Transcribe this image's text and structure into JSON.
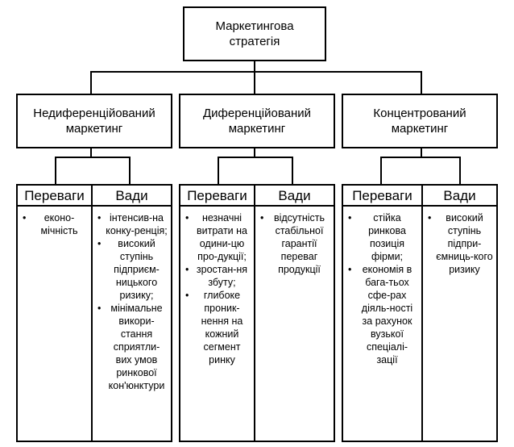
{
  "top": {
    "line1": "Маркетингова",
    "line2": "стратегія"
  },
  "strategies": [
    {
      "line1": "Недиференційований",
      "line2": "маркетинг",
      "pros_label": "Переваги",
      "cons_label": "Вади",
      "pros": [
        "еконо-мічність"
      ],
      "cons": [
        "інтенсив-на конку-ренція;",
        "високий ступінь підприєм-ницького ризику;",
        "мінімальне викори-стання сприятли-вих умов ринкової кон'юнктури"
      ]
    },
    {
      "line1": "Диференційований",
      "line2": "маркетинг",
      "pros_label": "Переваги",
      "cons_label": "Вади",
      "pros": [
        "незначні витрати на одини-цю про-дукції;",
        "зростан-ня збуту;",
        "глибоке проник-нення на кожний сегмент ринку"
      ],
      "cons": [
        "відсутність стабільної гарантії переваг продукції"
      ]
    },
    {
      "line1": "Концентрований",
      "line2": "маркетинг",
      "pros_label": "Переваги",
      "cons_label": "Вади",
      "pros": [
        "стійка ринкова позиція фірми;",
        "економія в бага-тьох сфе-рах діяль-ності за рахунок вузької спеціалі-зації"
      ],
      "cons": [
        "високий ступінь підпри-ємниць-кого ризику"
      ]
    }
  ]
}
